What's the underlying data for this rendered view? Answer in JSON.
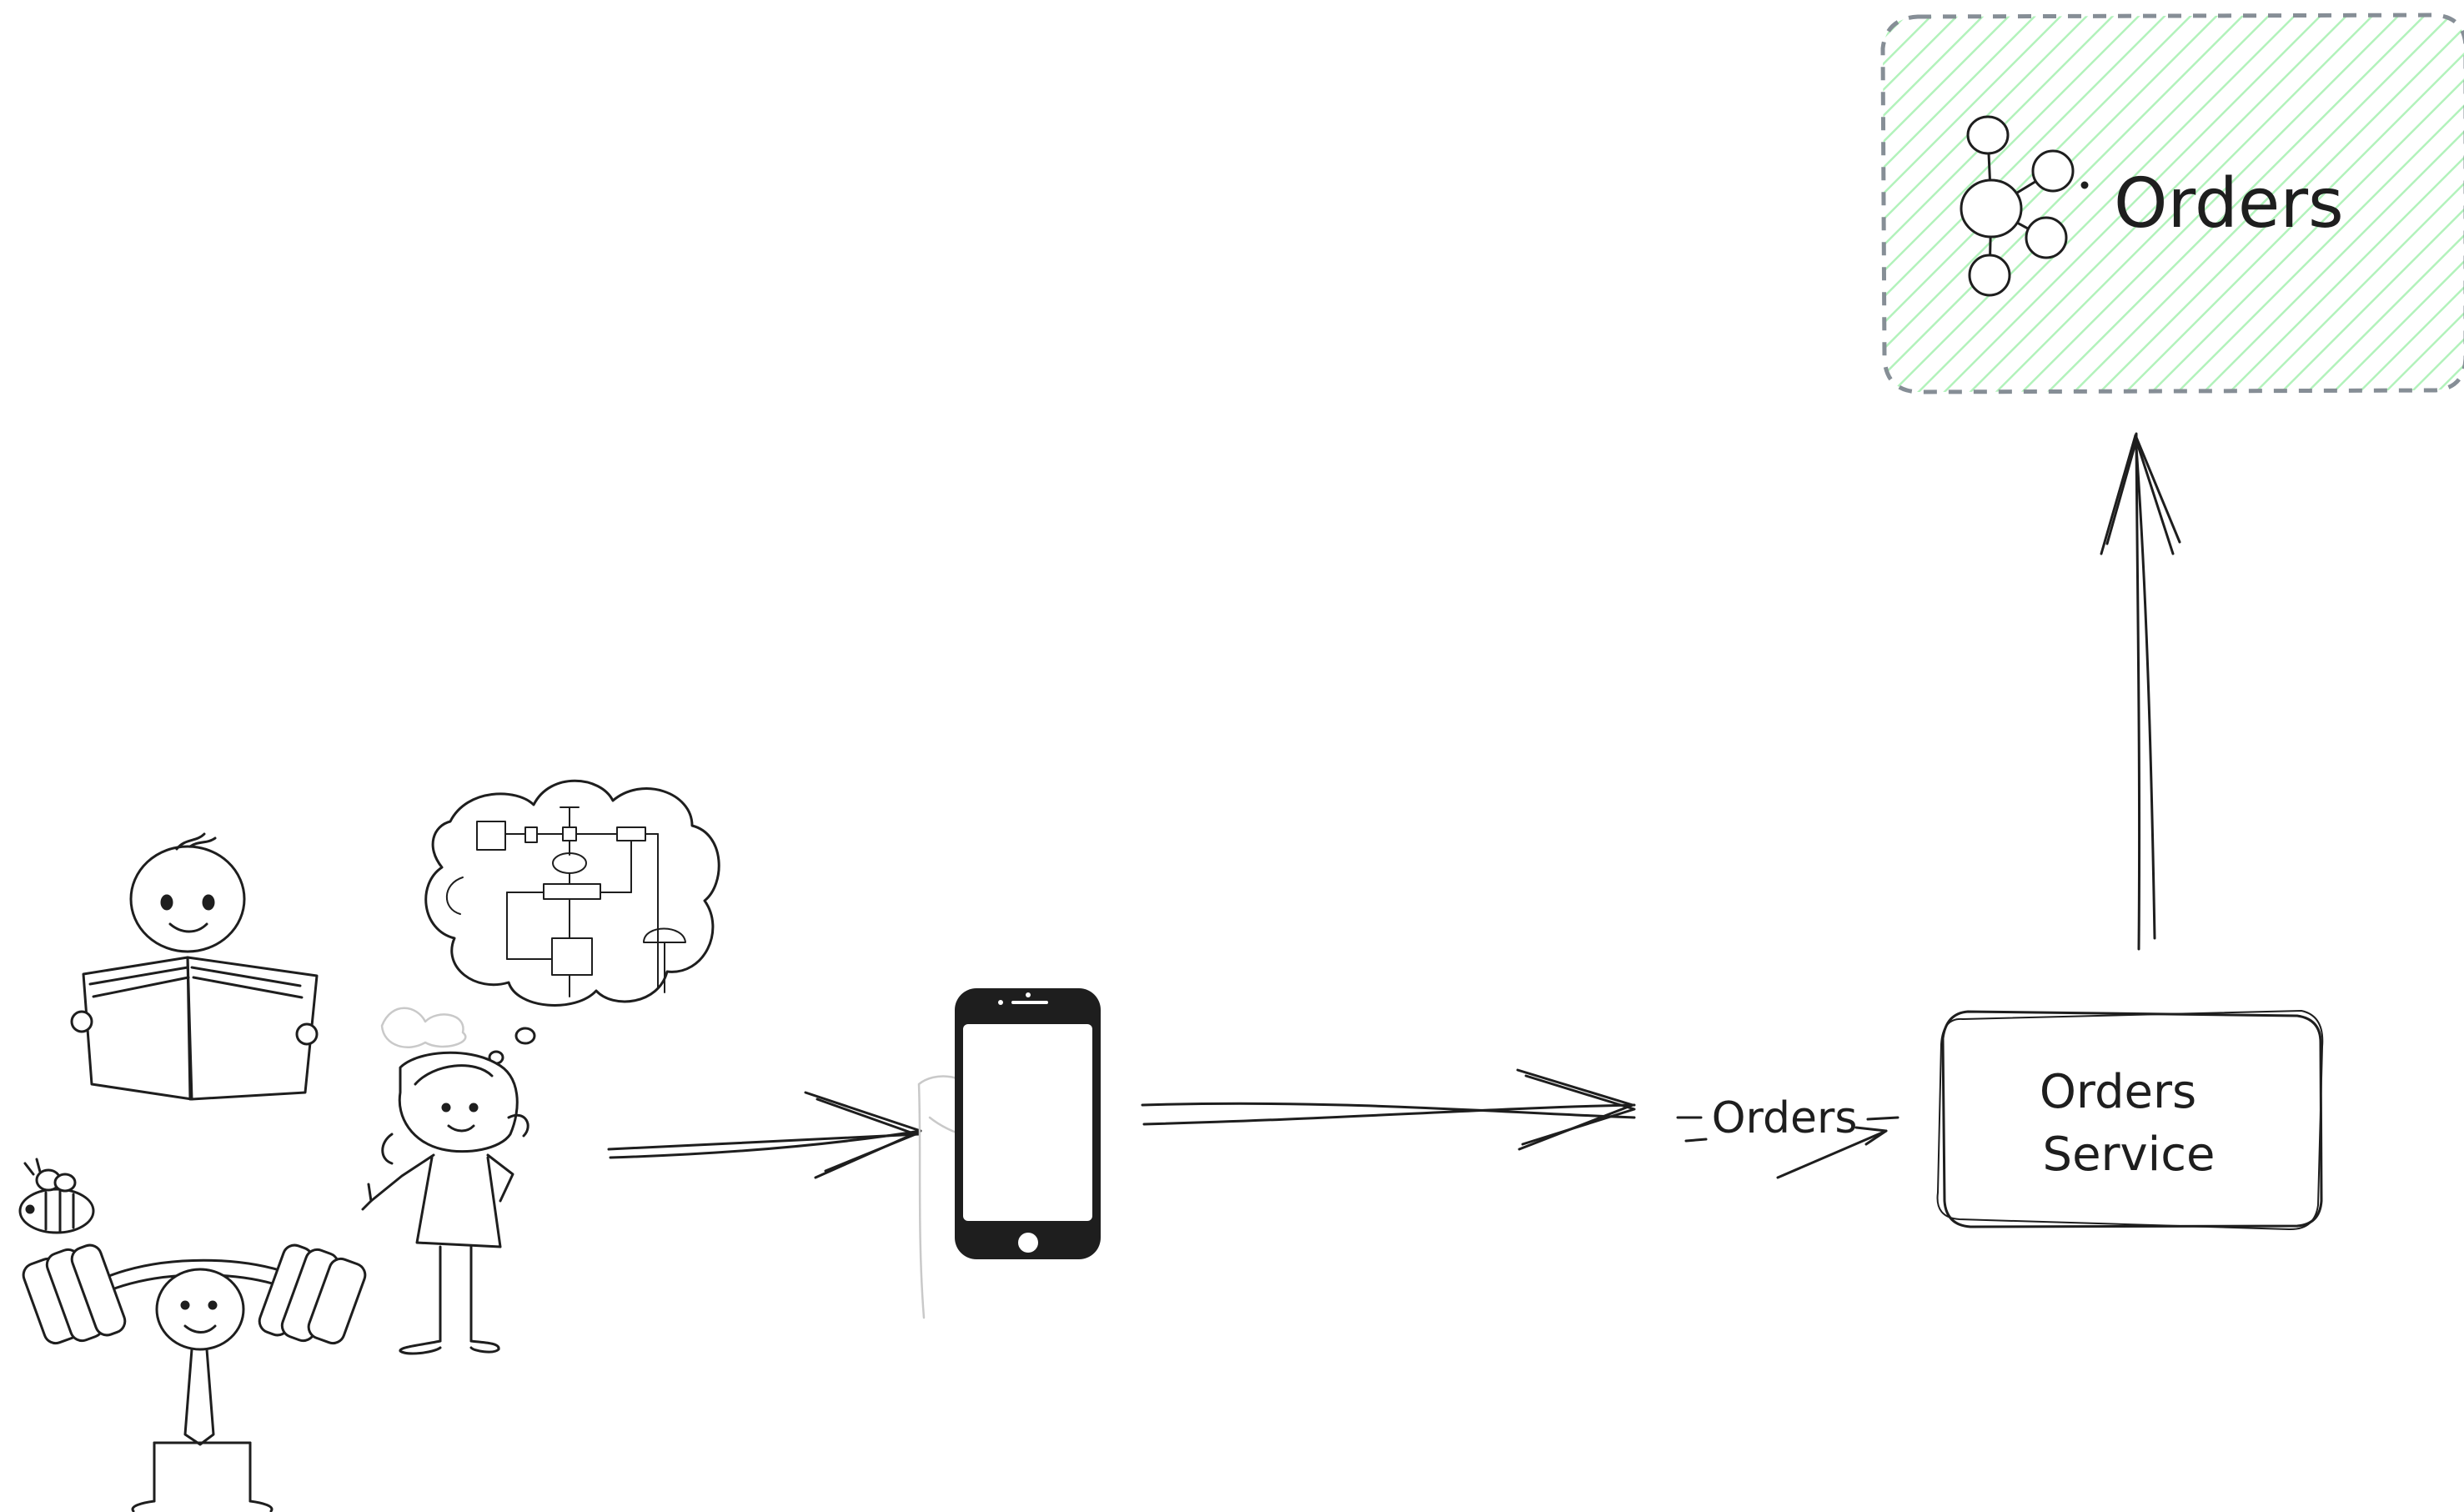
{
  "diagram": {
    "nodes": [
      {
        "id": "users",
        "kind": "people-illustration",
        "icon": "stick-figure-people-icon"
      },
      {
        "id": "phone",
        "kind": "device",
        "icon": "smartphone-icon"
      },
      {
        "id": "service",
        "kind": "service-box",
        "label_line1": "Orders",
        "label_line2": "Service"
      },
      {
        "id": "topic",
        "kind": "kafka-topic",
        "label": "Orders",
        "icon": "kafka-topic-icon",
        "fill_color": "#b2f2bb",
        "border_style": "dashed"
      }
    ],
    "edges": [
      {
        "from": "users",
        "to": "phone",
        "label": ""
      },
      {
        "from": "phone",
        "to": "service",
        "label": "Orders"
      },
      {
        "from": "service",
        "to": "topic",
        "label": ""
      }
    ],
    "colors": {
      "stroke": "#1e1e1e",
      "topic_hatch": "#b2f2bb",
      "topic_border": "#868e96"
    }
  }
}
